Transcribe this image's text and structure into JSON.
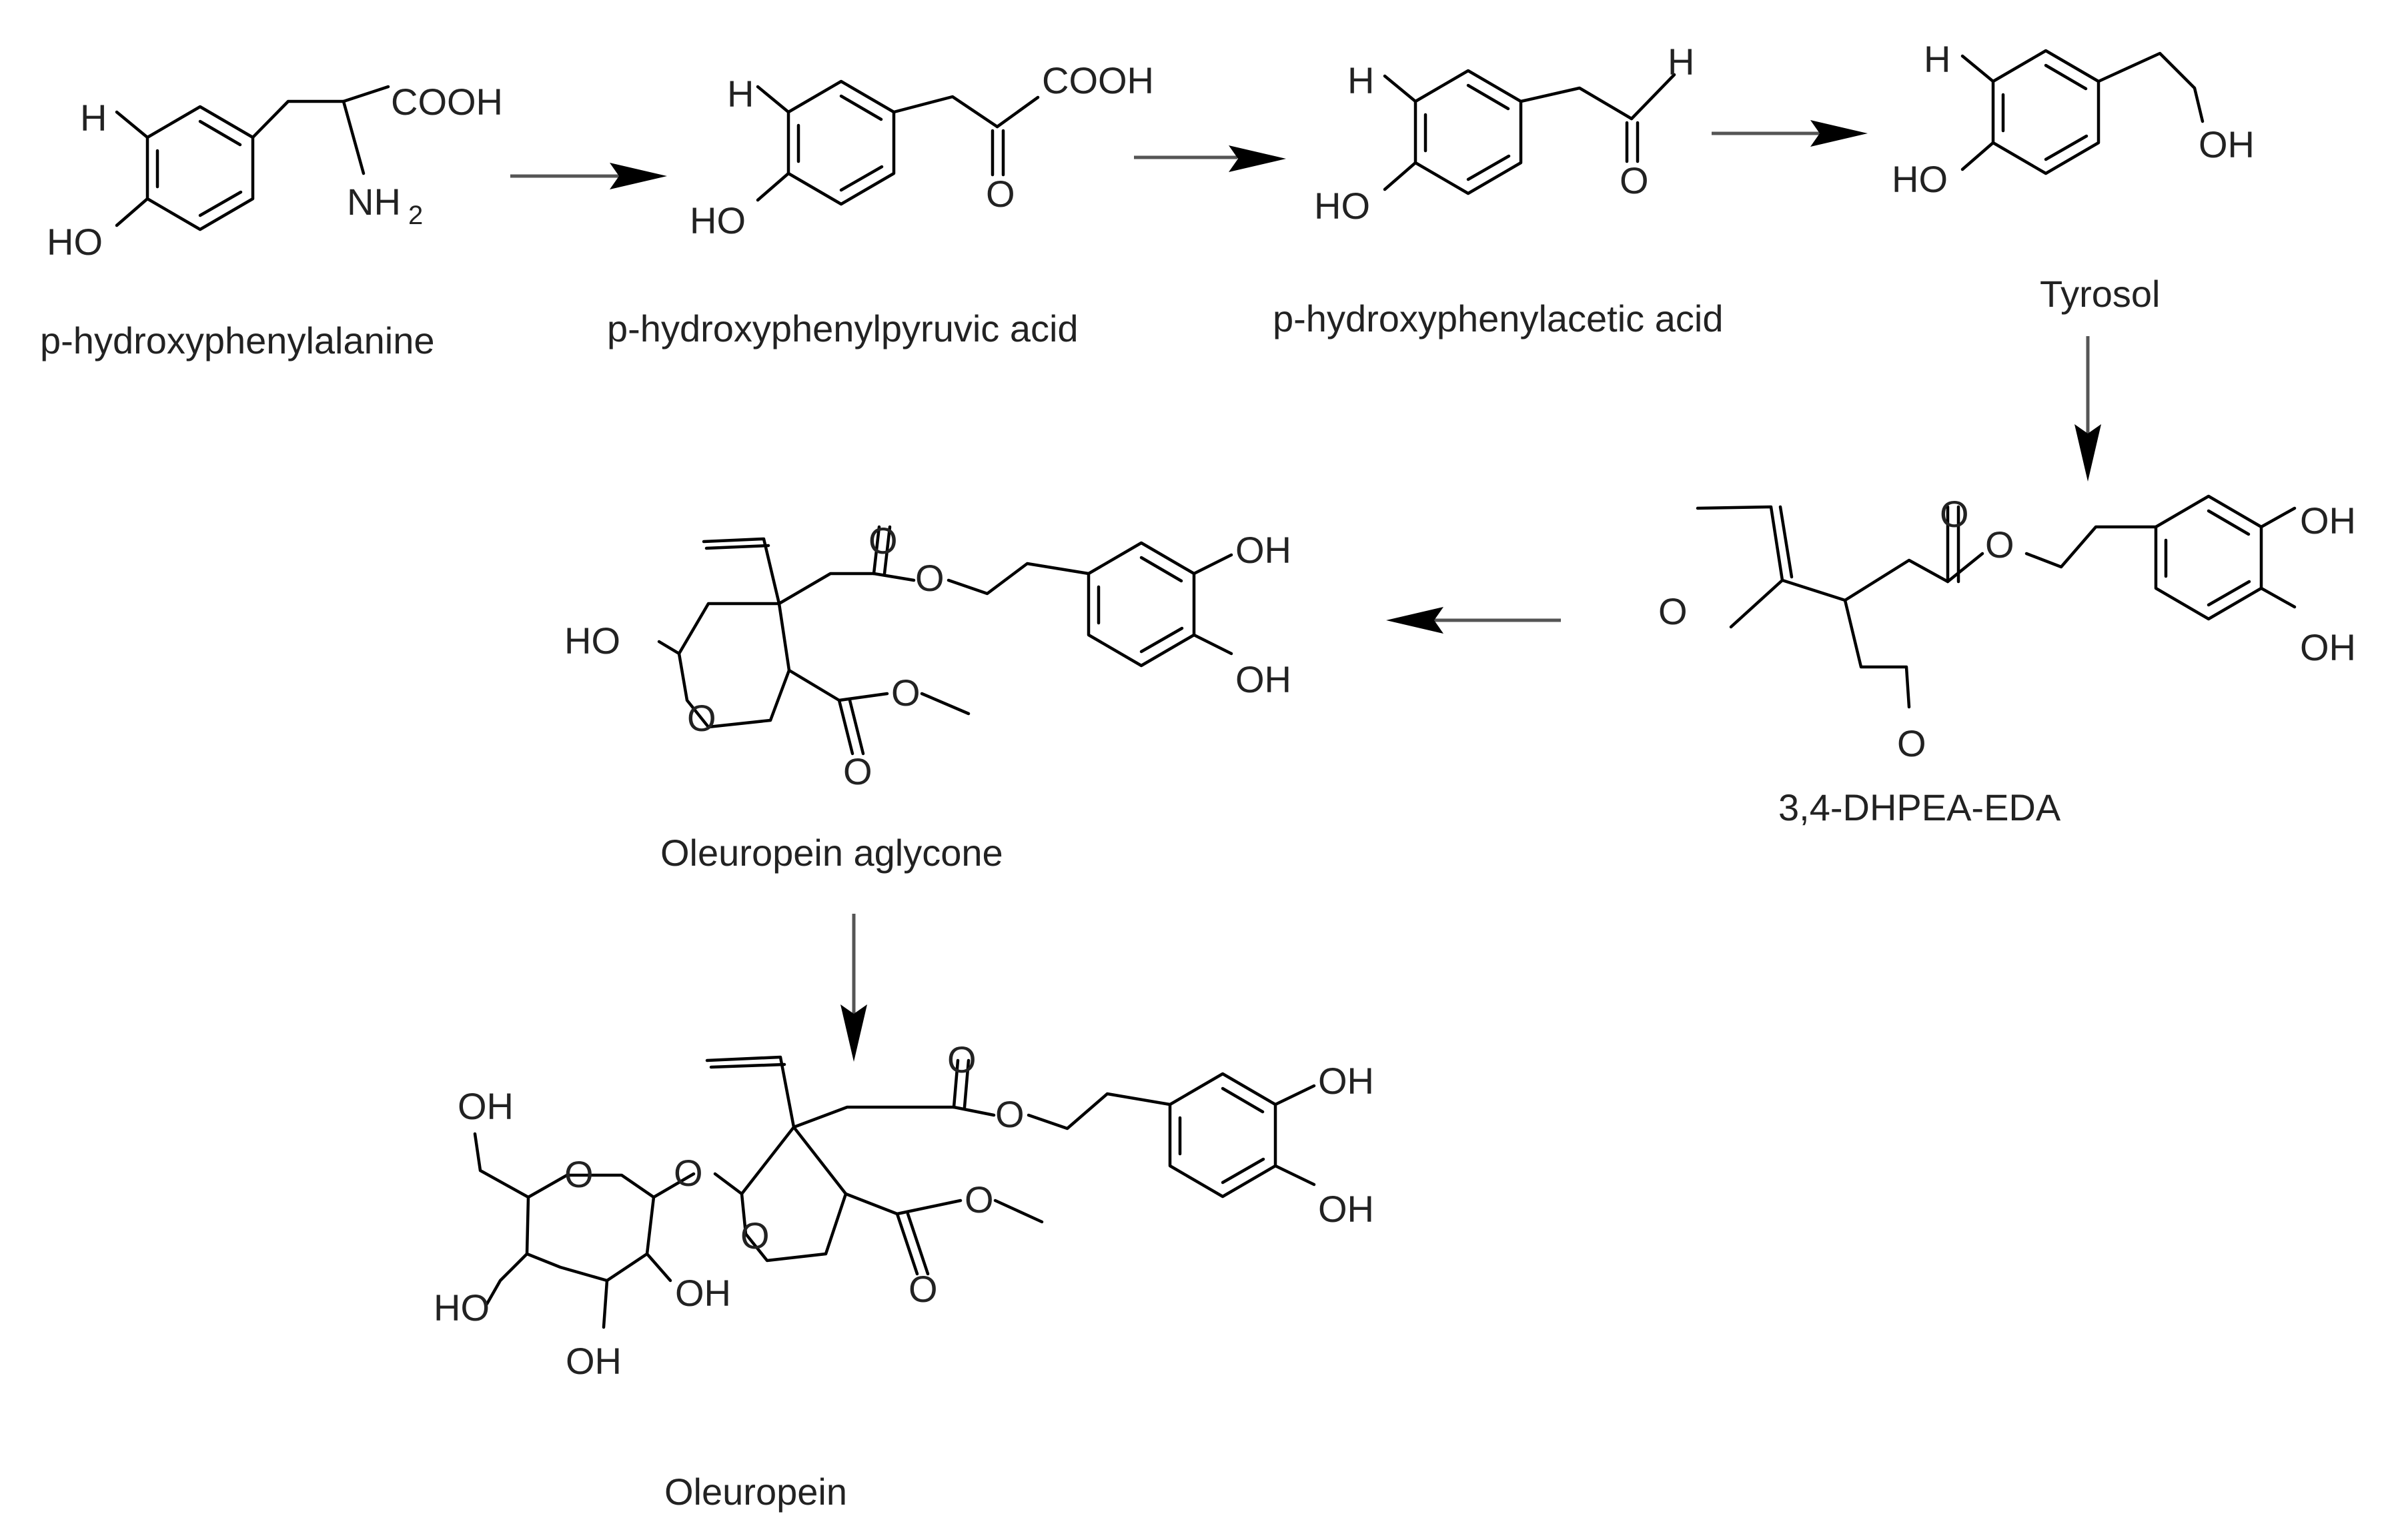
{
  "compounds": {
    "c1": "p-hydroxyphenylalanine",
    "c2": "p-hydroxyphenylpyruvic acid",
    "c3": "p-hydroxyphenylacetic acid",
    "c4": "Tyrosol",
    "c5": "3,4-DHPEA-EDA",
    "c6": "Oleuropein aglycone",
    "c7": "Oleuropein"
  },
  "atoms": {
    "H": "H",
    "HO": "HO",
    "OH": "OH",
    "O": "O",
    "COOH": "COOH",
    "NH": "NH",
    "two": "2"
  },
  "steps": [
    "p-hydroxyphenylalanine → p-hydroxyphenylpyruvic acid",
    "p-hydroxyphenylpyruvic acid → p-hydroxyphenylacetic acid",
    "p-hydroxyphenylacetic acid → Tyrosol",
    "Tyrosol → 3,4-DHPEA-EDA",
    "3,4-DHPEA-EDA → Oleuropein aglycone",
    "Oleuropein aglycone → Oleuropein"
  ]
}
